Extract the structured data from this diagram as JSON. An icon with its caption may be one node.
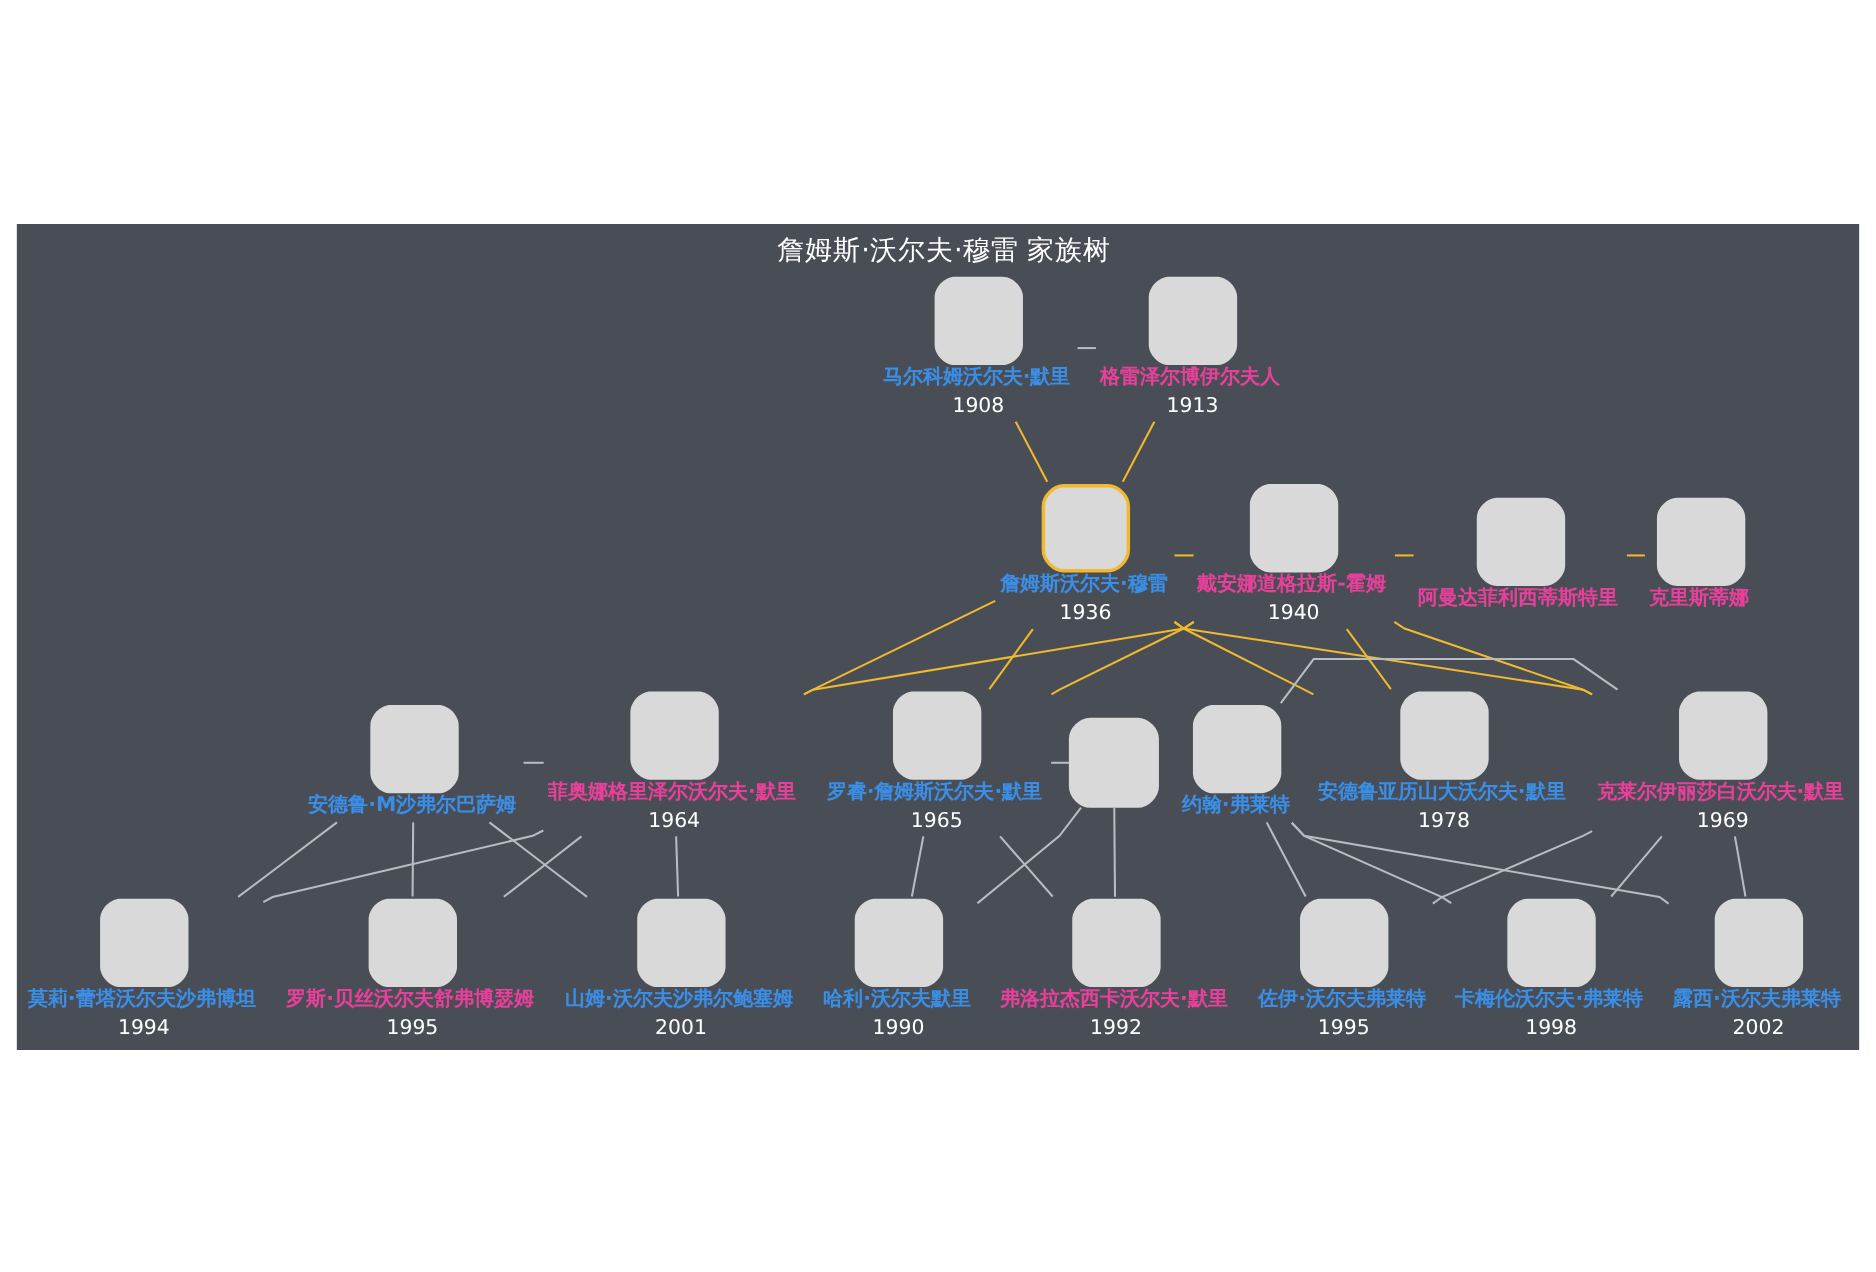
{
  "diagram": {
    "title": "詹姆斯·沃尔夫·穆雷 家族树",
    "nodes": [
      {
        "text": [
          "马尔科姆沃尔夫·默里",
          "1908"
        ]
      },
      {
        "text": [
          "格雷泽尔博伊尔夫人",
          "1913"
        ]
      },
      {
        "text": [
          "詹姆斯沃尔夫·穆雷",
          "1936"
        ]
      },
      {
        "text": [
          "戴安娜道格拉斯-霍姆",
          "1940"
        ]
      },
      {
        "text": [
          "阿曼达菲利西蒂斯特里"
        ]
      },
      {
        "text": [
          "克里斯蒂娜"
        ]
      },
      {
        "text": [
          "安德鲁·M沙弗尔巴萨姆"
        ]
      },
      {
        "text": [
          "菲奥娜格里泽尔沃尔夫·默里",
          "1964"
        ]
      },
      {
        "text": [
          "罗睿·詹姆斯沃尔夫·默里",
          "1965"
        ]
      },
      {
        "text": [],
        "shape": "box"
      },
      {
        "text": [
          "约翰·弗莱特"
        ]
      },
      {
        "text": [
          "克莱尔伊丽莎白沃尔夫·默里",
          "1969"
        ]
      },
      {
        "text": [
          "安德鲁亚历山大沃尔夫·默里",
          "1978"
        ]
      },
      {
        "text": [
          "莫莉·蕾塔沃尔夫沙弗博坦",
          "1994"
        ]
      },
      {
        "text": [
          "罗斯·贝丝沃尔夫舒弗博瑟姆",
          "1995"
        ]
      },
      {
        "text": [
          "山姆·沃尔夫沙弗尔鲍塞姆",
          "2001"
        ]
      },
      {
        "text": [
          "哈利·沃尔夫默里",
          "1990"
        ]
      },
      {
        "text": [
          "弗洛拉杰西卡沃尔夫·默里",
          "1992"
        ]
      },
      {
        "text": [
          "佐伊·沃尔夫弗莱特",
          "1995"
        ]
      },
      {
        "text": [
          "卡梅伦沃尔夫·弗莱特",
          "1998"
        ]
      },
      {
        "text": [
          "露西·沃尔夫弗莱特",
          "2002"
        ]
      }
    ],
    "edges": [
      {
        "from": 0,
        "to": 1,
        "arrow": "none"
      },
      {
        "from": 0,
        "to": 2,
        "arrow": "none",
        "color": "#f0b92e"
      },
      {
        "from": 1,
        "to": 2,
        "arrow": "none",
        "color": "#f0b92e"
      },
      {
        "from": 2,
        "to": 3,
        "arrow": "none",
        "color": "#f0b92e"
      },
      {
        "from": 3,
        "to": 4,
        "arrow": "none",
        "color": "#f0b92e"
      },
      {
        "from": 4,
        "to": 5,
        "arrow": "none",
        "color": "#f0b92e"
      },
      {
        "from": 2,
        "to": 7,
        "arrow": "none",
        "color": "#f0b92e"
      },
      {
        "from": 3,
        "to": 7,
        "arrow": "none",
        "color": "#f0b92e"
      },
      {
        "from": 2,
        "to": 8,
        "arrow": "none",
        "color": "#f0b92e"
      },
      {
        "from": 3,
        "to": 8,
        "arrow": "none",
        "color": "#f0b92e"
      },
      {
        "from": 2,
        "to": 11,
        "arrow": "none",
        "color": "#f0b92e"
      },
      {
        "from": 3,
        "to": 11,
        "arrow": "none",
        "color": "#f0b92e"
      },
      {
        "from": 2,
        "to": 12,
        "arrow": "none",
        "color": "#f0b92e"
      },
      {
        "from": 3,
        "to": 12,
        "arrow": "none",
        "color": "#f0b92e"
      },
      {
        "from": 6,
        "to": 7,
        "arrow": "none"
      },
      {
        "from": 8,
        "to": 9,
        "arrow": "none"
      },
      {
        "from": 10,
        "to": 11,
        "arrow": "none"
      },
      {
        "from": 6,
        "to": 13,
        "arrow": "none"
      },
      {
        "from": 7,
        "to": 13,
        "arrow": "none"
      },
      {
        "from": 6,
        "to": 14,
        "arrow": "none"
      },
      {
        "from": 7,
        "to": 14,
        "arrow": "none"
      },
      {
        "from": 6,
        "to": 15,
        "arrow": "none"
      },
      {
        "from": 7,
        "to": 15,
        "arrow": "none"
      },
      {
        "from": 8,
        "to": 16,
        "arrow": "none"
      },
      {
        "from": 9,
        "to": 16,
        "arrow": "none"
      },
      {
        "from": 8,
        "to": 17,
        "arrow": "none"
      },
      {
        "from": 9,
        "to": 17,
        "arrow": "none"
      },
      {
        "from": 10,
        "to": 18,
        "arrow": "none"
      },
      {
        "from": 11,
        "to": 18,
        "arrow": "none"
      },
      {
        "from": 10,
        "to": 19,
        "arrow": "none"
      },
      {
        "from": 11,
        "to": 19,
        "arrow": "none"
      },
      {
        "from": 10,
        "to": 20,
        "arrow": "none"
      },
      {
        "from": 11,
        "to": 20,
        "arrow": "none"
      }
    ]
  }
}
